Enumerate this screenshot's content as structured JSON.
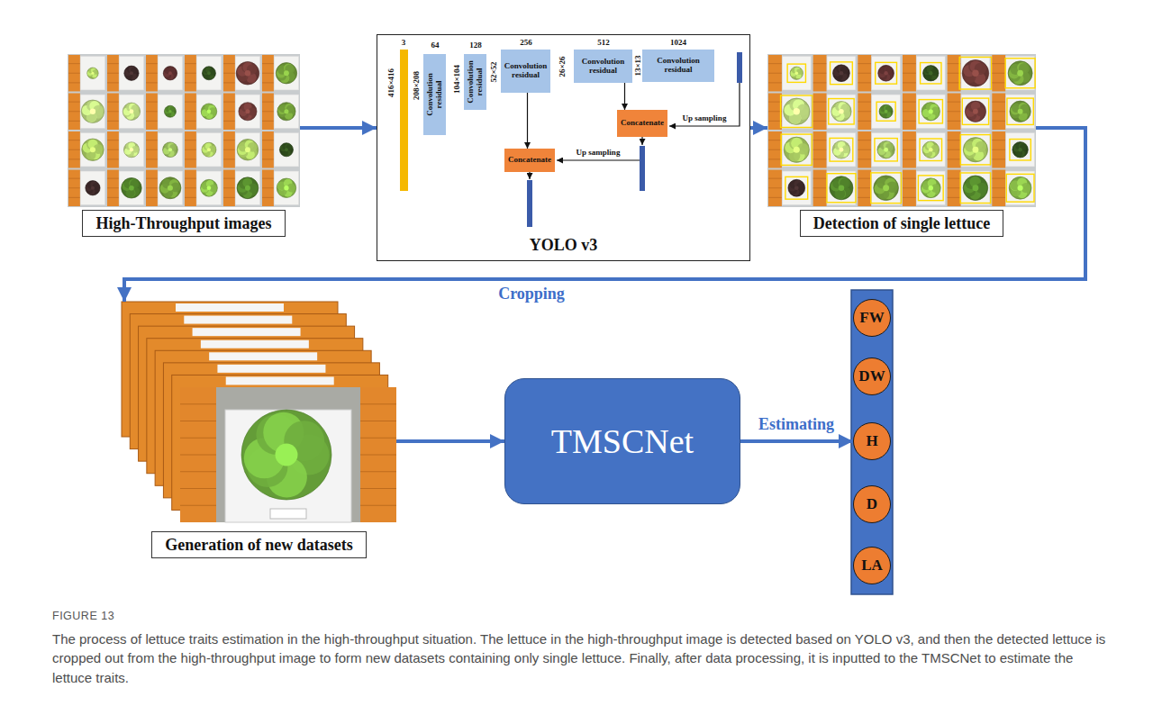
{
  "diagram": {
    "title": "FIGURE 13",
    "caption": "The process of lettuce traits estimation in the high-throughput situation. The lettuce in the high-throughput image is detected based on YOLO v3, and then the detected lettuce is cropped out from the high-throughput image to form new datasets containing only single lettuce. Finally, after data processing, it is inputted to the TMSCNet to estimate the lettuce traits.",
    "nodes": [
      {
        "text": [
          "High-Throughput images"
        ]
      },
      {
        "text": [
          "YOLO v3"
        ]
      },
      {
        "text": [
          "Convolution residual"
        ],
        "in": 1
      },
      {
        "text": [
          "Convolution residual"
        ],
        "in": 1
      },
      {
        "text": [
          "Convolution residual"
        ],
        "in": 1
      },
      {
        "text": [
          "Convolution residual"
        ],
        "in": 1
      },
      {
        "text": [
          "Convolution residual"
        ],
        "in": 1
      },
      {
        "text": [
          "Concatenate"
        ],
        "in": 1
      },
      {
        "text": [
          "Concatenate"
        ],
        "in": 1
      },
      {
        "text": [
          "Detection of single lettuce"
        ]
      },
      {
        "text": [
          "Generation of new datasets"
        ]
      },
      {
        "text": [
          "TMSCNet"
        ]
      },
      {
        "text": [
          "FW"
        ]
      },
      {
        "text": [
          "DW"
        ]
      },
      {
        "text": [
          "H"
        ]
      },
      {
        "text": [
          "D"
        ]
      },
      {
        "text": [
          "LA"
        ]
      }
    ],
    "edges": [
      {
        "from": 0,
        "to": 1,
        "arrow": "to"
      },
      {
        "from": 4,
        "to": 8,
        "arrow": "to"
      },
      {
        "from": 5,
        "to": 7,
        "arrow": "to"
      },
      {
        "from": 1,
        "to": 9,
        "arrow": "to"
      },
      {
        "from": 9,
        "to": 10,
        "arrow": "to",
        "label": "Cropping"
      },
      {
        "from": 10,
        "to": 11,
        "arrow": "to"
      },
      {
        "from": 11,
        "to": 14,
        "arrow": "to",
        "label": "Estimating"
      }
    ],
    "labels": [
      "3",
      "416×416",
      "64",
      "208×208",
      "128",
      "104×104",
      "256",
      "52×52",
      "512",
      "26×26",
      "1024",
      "13×13",
      "Up sampling",
      "Up sampling"
    ]
  }
}
